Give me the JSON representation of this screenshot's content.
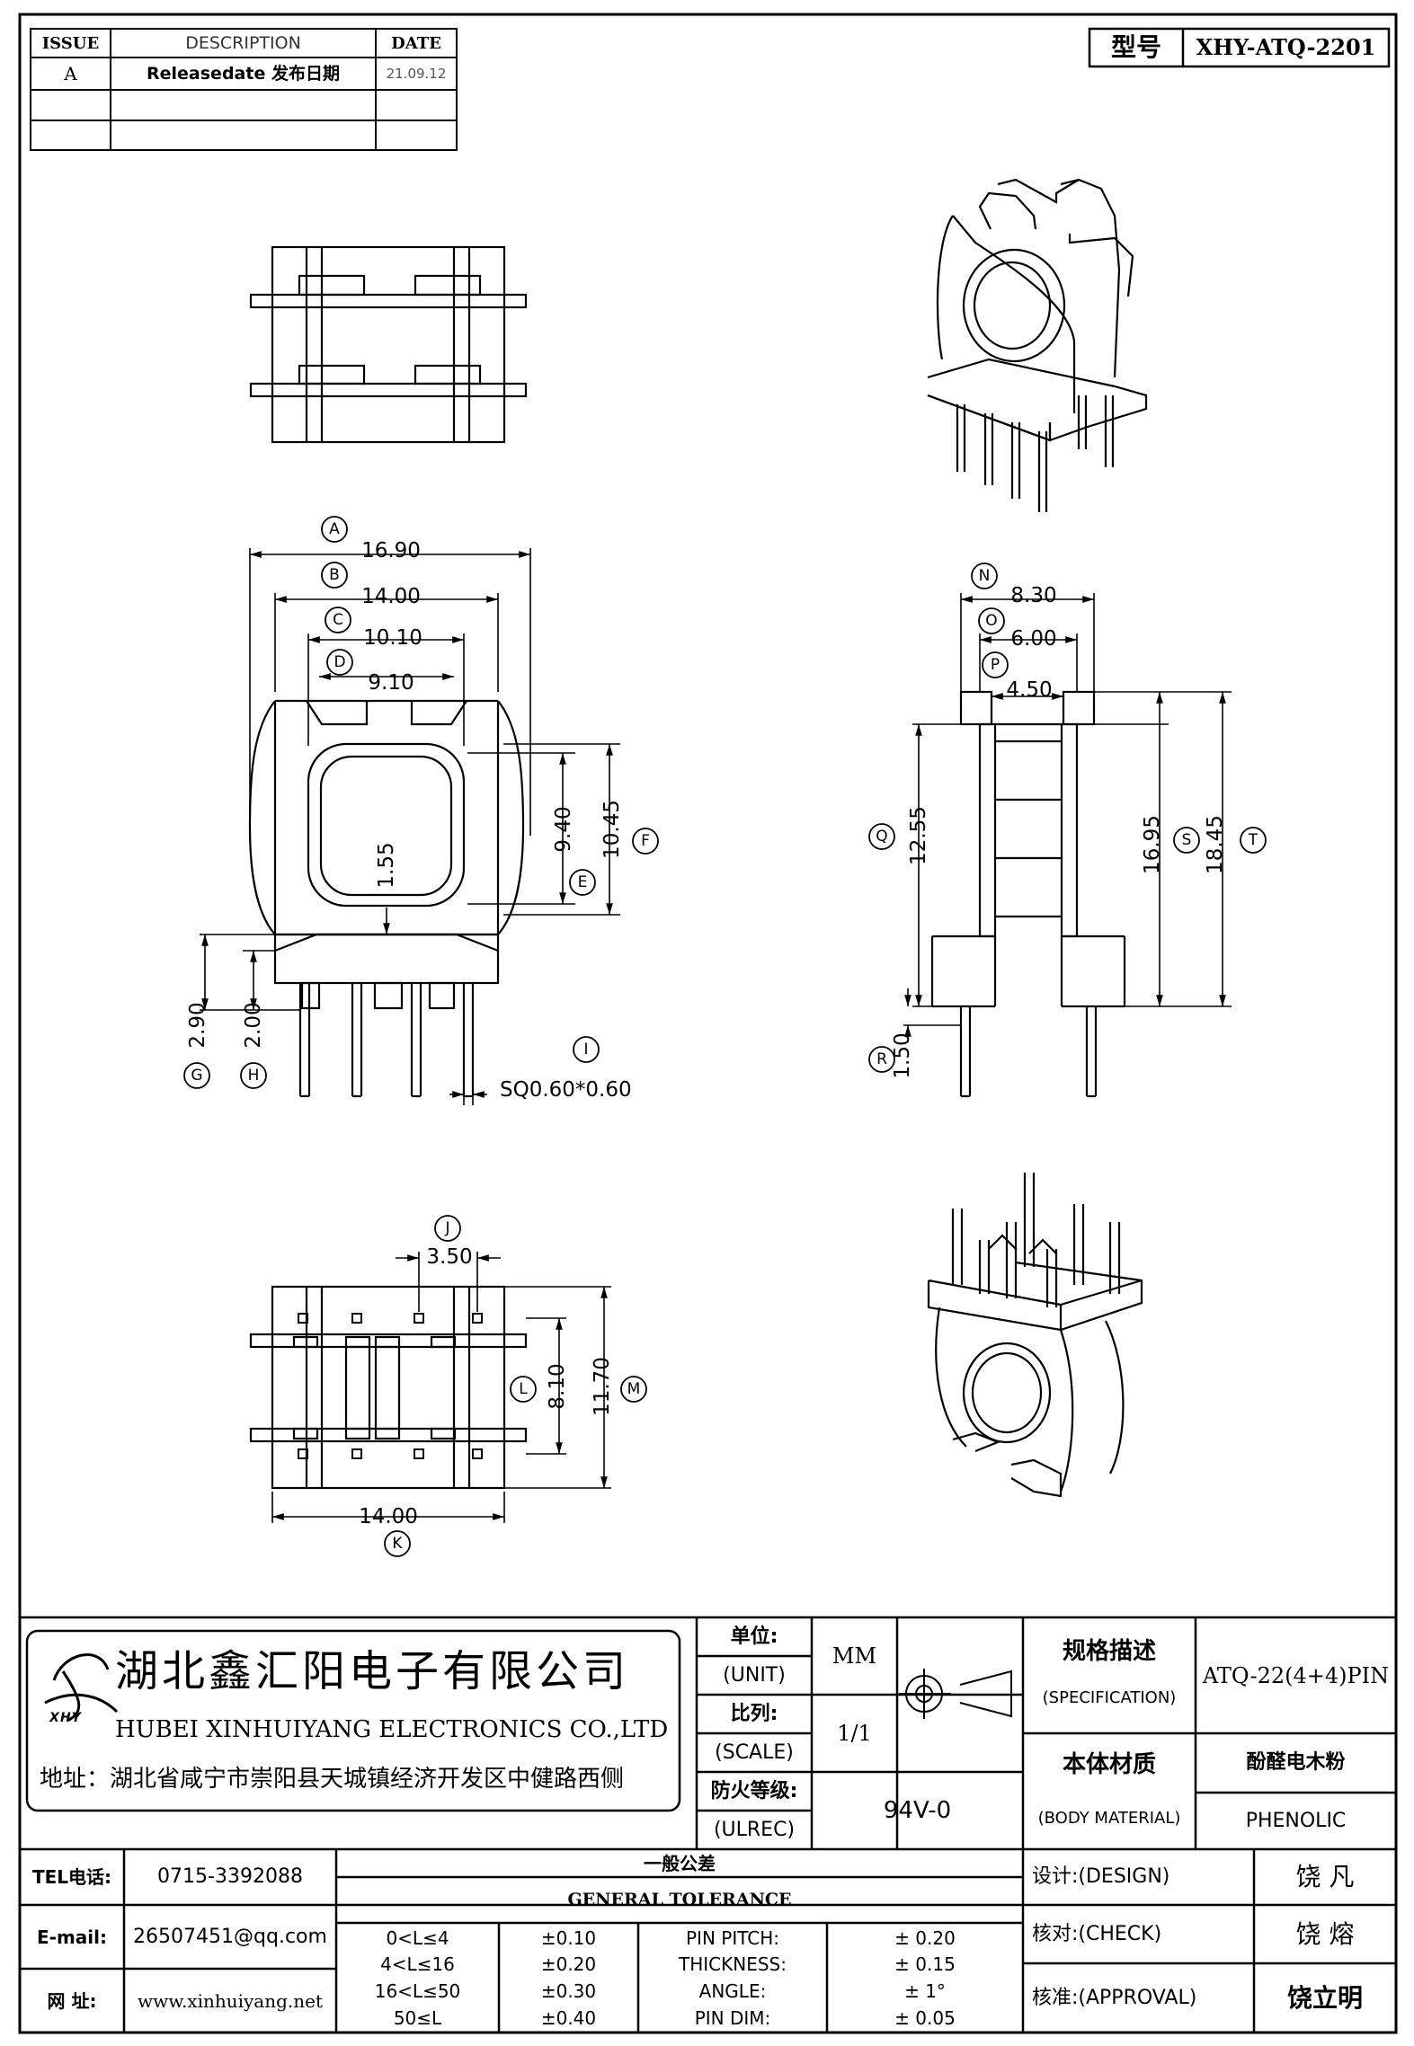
{
  "revision_table": {
    "headers": [
      "ISSUE",
      "DESCRIPTION",
      "DATE"
    ],
    "rows": [
      {
        "issue": "A",
        "description": "Releasedate 发布日期",
        "date": "21.09.12"
      },
      {
        "issue": "",
        "description": "",
        "date": ""
      },
      {
        "issue": "",
        "description": "",
        "date": ""
      }
    ]
  },
  "model": {
    "label": "型号",
    "value": "XHY-ATQ-2201"
  },
  "front_view": {
    "dims": {
      "A": "16.90",
      "B": "14.00",
      "C": "10.10",
      "D": "9.10",
      "E": "9.40",
      "F": "10.45",
      "G": "2.90",
      "H": "2.00",
      "I": "SQ0.60*0.60",
      "inner": "1.55"
    }
  },
  "side_view": {
    "dims": {
      "N": "8.30",
      "O": "6.00",
      "P": "4.50",
      "Q": "12.55",
      "R": "1.50",
      "S": "16.95",
      "T": "18.45"
    }
  },
  "bottom_view": {
    "dims": {
      "J": "3.50",
      "K": "14.00",
      "L": "8.10",
      "M": "11.70"
    }
  },
  "title_block": {
    "company_cn": "湖北鑫汇阳电子有限公司",
    "company_en": "HUBEI XINHUIYANG ELECTRONICS CO.,LTD",
    "address": "地址：湖北省咸宁市崇阳县天城镇经济开发区中健路西侧",
    "logo_text": "XHY",
    "unit_cn": "单位:",
    "unit_en": "(UNIT)",
    "unit_value": "MM",
    "scale_cn": "比列:",
    "scale_en": "(SCALE)",
    "scale_value": "1/1",
    "fire_cn": "防火等级:",
    "fire_en": "(ULREC)",
    "fire_value": "94V-0",
    "spec_cn": "规格描述",
    "spec_en": "(SPECIFICATION)",
    "spec_value": "ATQ-22(4+4)PIN",
    "material_cn": "本体材质",
    "material_en": "(BODY MATERIAL)",
    "material_value_cn": "酚醛电木粉",
    "material_value_en": "PHENOLIC",
    "tel_label": "TEL电话:",
    "tel": "0715-3392088",
    "email_label": "E-mail:",
    "email": "26507451@qq.com",
    "web_label": "网  址:",
    "web": "www.xinhuiyang.net",
    "tolerance_title_cn": "一般公差",
    "tolerance_title_en": "GENERAL TOLERANCE",
    "tolerances": [
      {
        "range": "0<L≤4",
        "value": "±0.10",
        "item": "PIN PITCH:",
        "tol": "± 0.20"
      },
      {
        "range": "4<L≤16",
        "value": "±0.20",
        "item": "THICKNESS:",
        "tol": "± 0.15"
      },
      {
        "range": "16<L≤50",
        "value": "±0.30",
        "item": "ANGLE:",
        "tol": "± 1°"
      },
      {
        "range": "50≤L",
        "value": "±0.40",
        "item": "PIN DIM:",
        "tol": "± 0.05"
      }
    ],
    "design_label": "设计:(DESIGN)",
    "design_name": "饶  凡",
    "check_label": "核对:(CHECK)",
    "check_name": "饶  熔",
    "approval_label": "核准:(APPROVAL)",
    "approval_name": "饶立明"
  }
}
